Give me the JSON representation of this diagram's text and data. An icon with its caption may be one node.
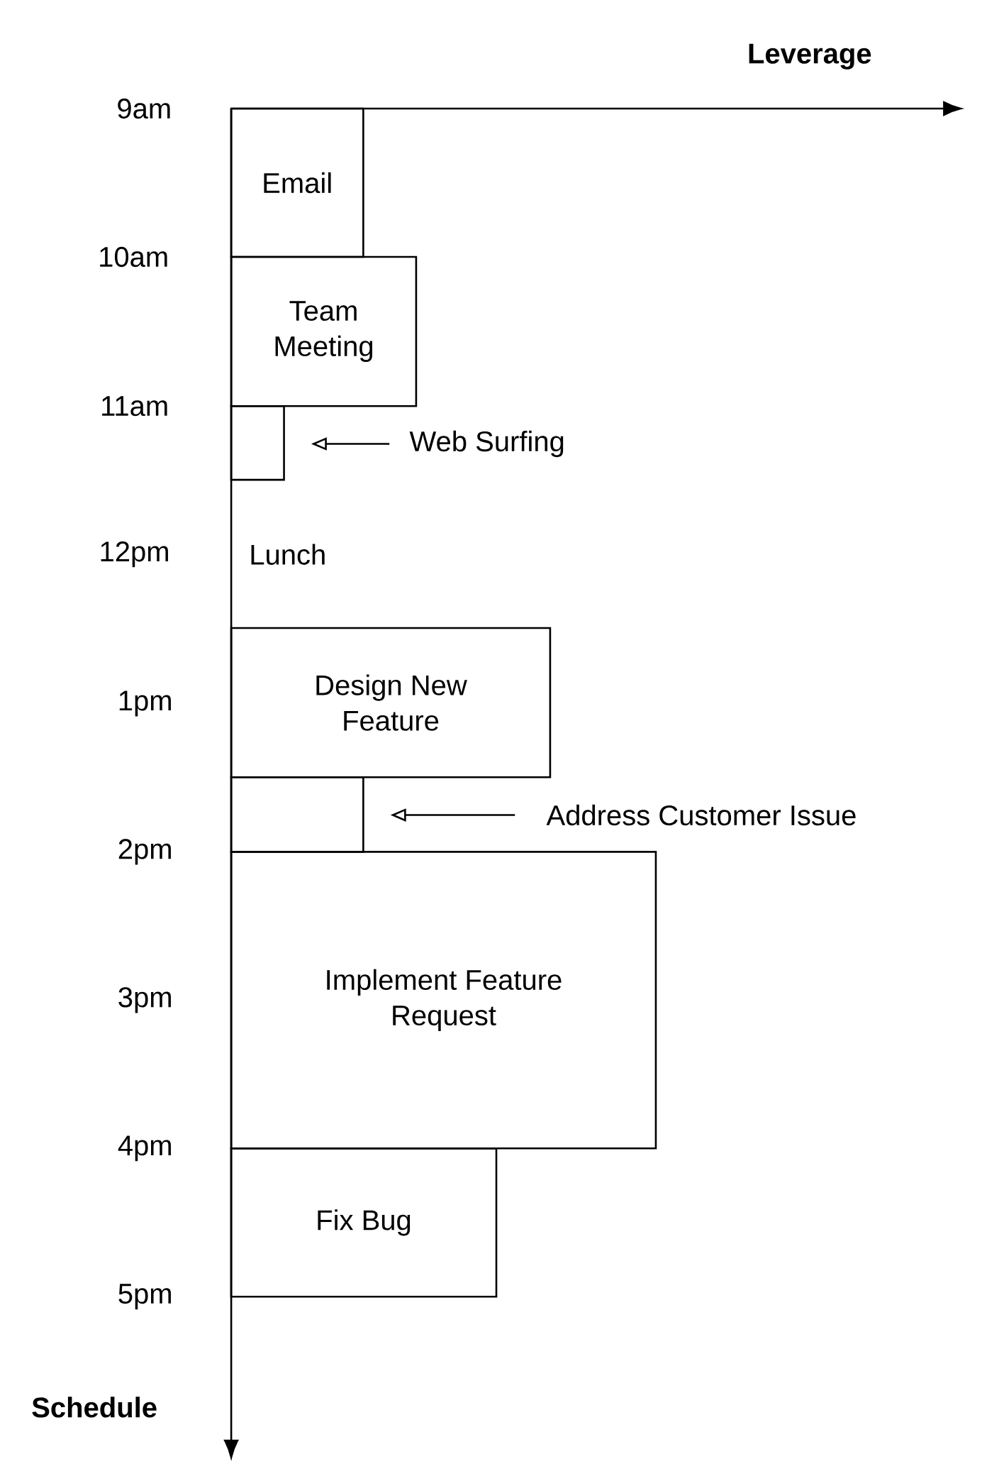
{
  "diagram": {
    "nodes": [
      {
        "text": [
          "Email"
        ]
      },
      {
        "text": [
          "Team Meeting"
        ]
      },
      {
        "text": [],
        "shape": "box"
      },
      {
        "text": [
          "Web Surfing"
        ]
      },
      {
        "text": [
          "Design New Feature"
        ]
      },
      {
        "text": [],
        "shape": "box"
      },
      {
        "text": [
          "Address Customer Issue"
        ]
      },
      {
        "text": [
          "Implement Feature Request"
        ]
      },
      {
        "text": [
          "Fix Bug"
        ]
      }
    ],
    "edges": [
      {
        "from": 3,
        "to": 2,
        "arrow": "to"
      },
      {
        "from": 6,
        "to": 5,
        "arrow": "to"
      }
    ],
    "labels": [
      "Leverage",
      "9am",
      "10am",
      "11am",
      "12pm",
      "Lunch",
      "1pm",
      "2pm",
      "3pm",
      "4pm",
      "5pm",
      "Schedule"
    ]
  }
}
